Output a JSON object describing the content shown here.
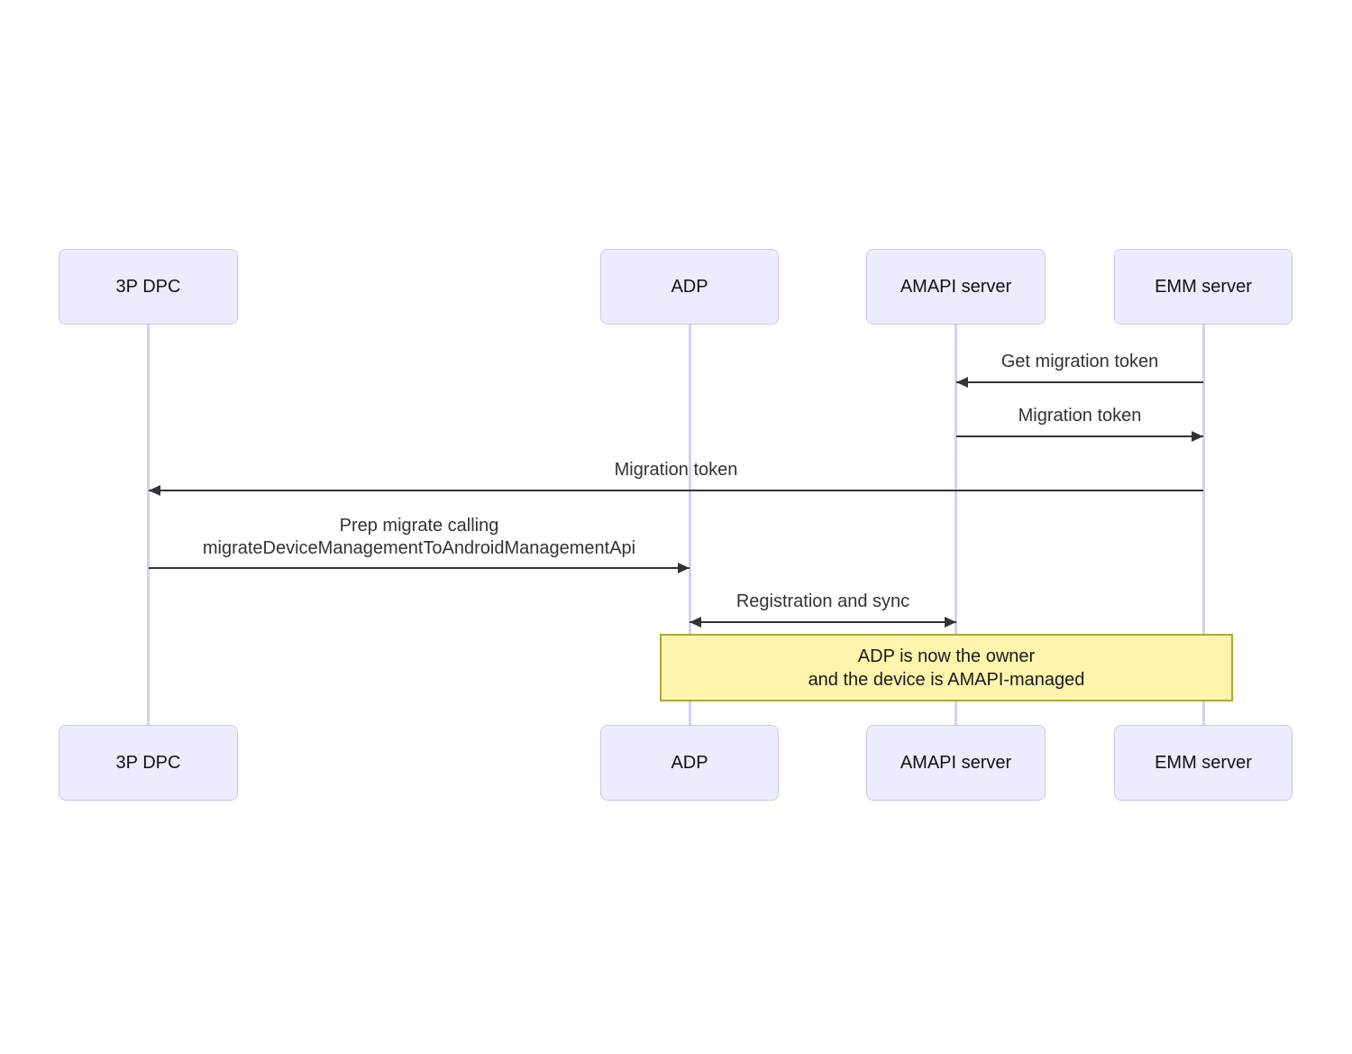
{
  "diagram": {
    "type": "sequence",
    "actors": [
      {
        "id": "3p-dpc",
        "label": "3P DPC"
      },
      {
        "id": "adp",
        "label": "ADP"
      },
      {
        "id": "amapi-server",
        "label": "AMAPI server"
      },
      {
        "id": "emm-server",
        "label": "EMM server"
      }
    ],
    "messages": [
      {
        "label": "Get migration token",
        "from": "emm-server",
        "to": "amapi-server",
        "arrow": "left"
      },
      {
        "label": "Migration token",
        "from": "amapi-server",
        "to": "emm-server",
        "arrow": "right"
      },
      {
        "label": "Migration token",
        "from": "emm-server",
        "to": "3p-dpc",
        "arrow": "left"
      },
      {
        "lines": [
          "Prep migrate calling",
          "migrateDeviceManagementToAndroidManagementApi"
        ],
        "from": "3p-dpc",
        "to": "adp",
        "arrow": "right"
      },
      {
        "label": "Registration and sync",
        "from": "adp",
        "to": "amapi-server",
        "arrow": "both"
      }
    ],
    "note": {
      "over": [
        "adp",
        "emm-server"
      ],
      "lines": [
        "ADP is now the owner",
        "and the device is AMAPI-managed"
      ]
    },
    "colors": {
      "background": "#FFFFFF",
      "actor_fill": "#ECECFF",
      "actor_border": "#CFC6EF",
      "lifeline": "#D8CEF2",
      "message": "#333333",
      "note_fill": "#FFF5AD",
      "note_border": "#AAAA33"
    }
  }
}
